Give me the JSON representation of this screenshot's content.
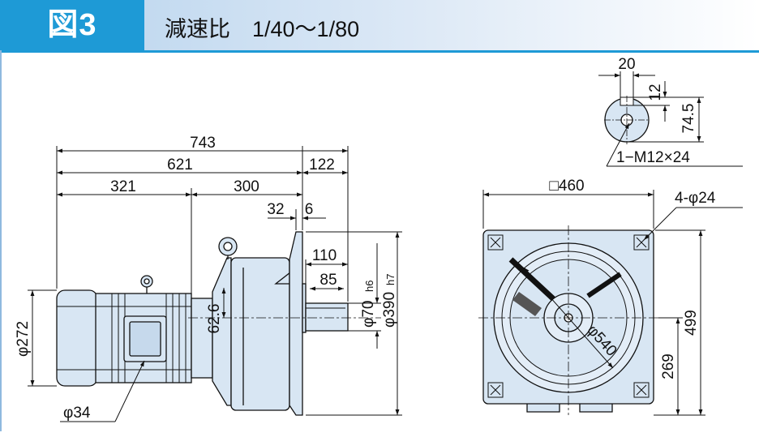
{
  "header": {
    "figure_label": "図3",
    "title": "減速比　1/40～1/80"
  },
  "dimensions": {
    "overall_length": "743",
    "length_621": "621",
    "flange_extension": "122",
    "motor_length": "321",
    "gear_length": "300",
    "dim_32": "32",
    "dim_6": "6",
    "shaft_length": "110",
    "key_length": "85",
    "dim_62_6": "62.6",
    "motor_dia": "φ272",
    "conduit_dia": "φ34",
    "shaft_dia_prefix": "φ70",
    "shaft_dia_tol": "h6",
    "pilot_dia_prefix": "φ390",
    "pilot_dia_tol": "h7",
    "key_width": "20",
    "key_depth": "12",
    "shaft_height": "74.5",
    "tap": "1−M12×24",
    "flange_square": "□460",
    "bolt_holes": "4-φ24",
    "pcd": "φ540",
    "flange_height": "499",
    "center_height": "269"
  },
  "colors": {
    "accent": "#1e9ad6",
    "part_fill": "#d8e6f3",
    "line": "#111111"
  }
}
